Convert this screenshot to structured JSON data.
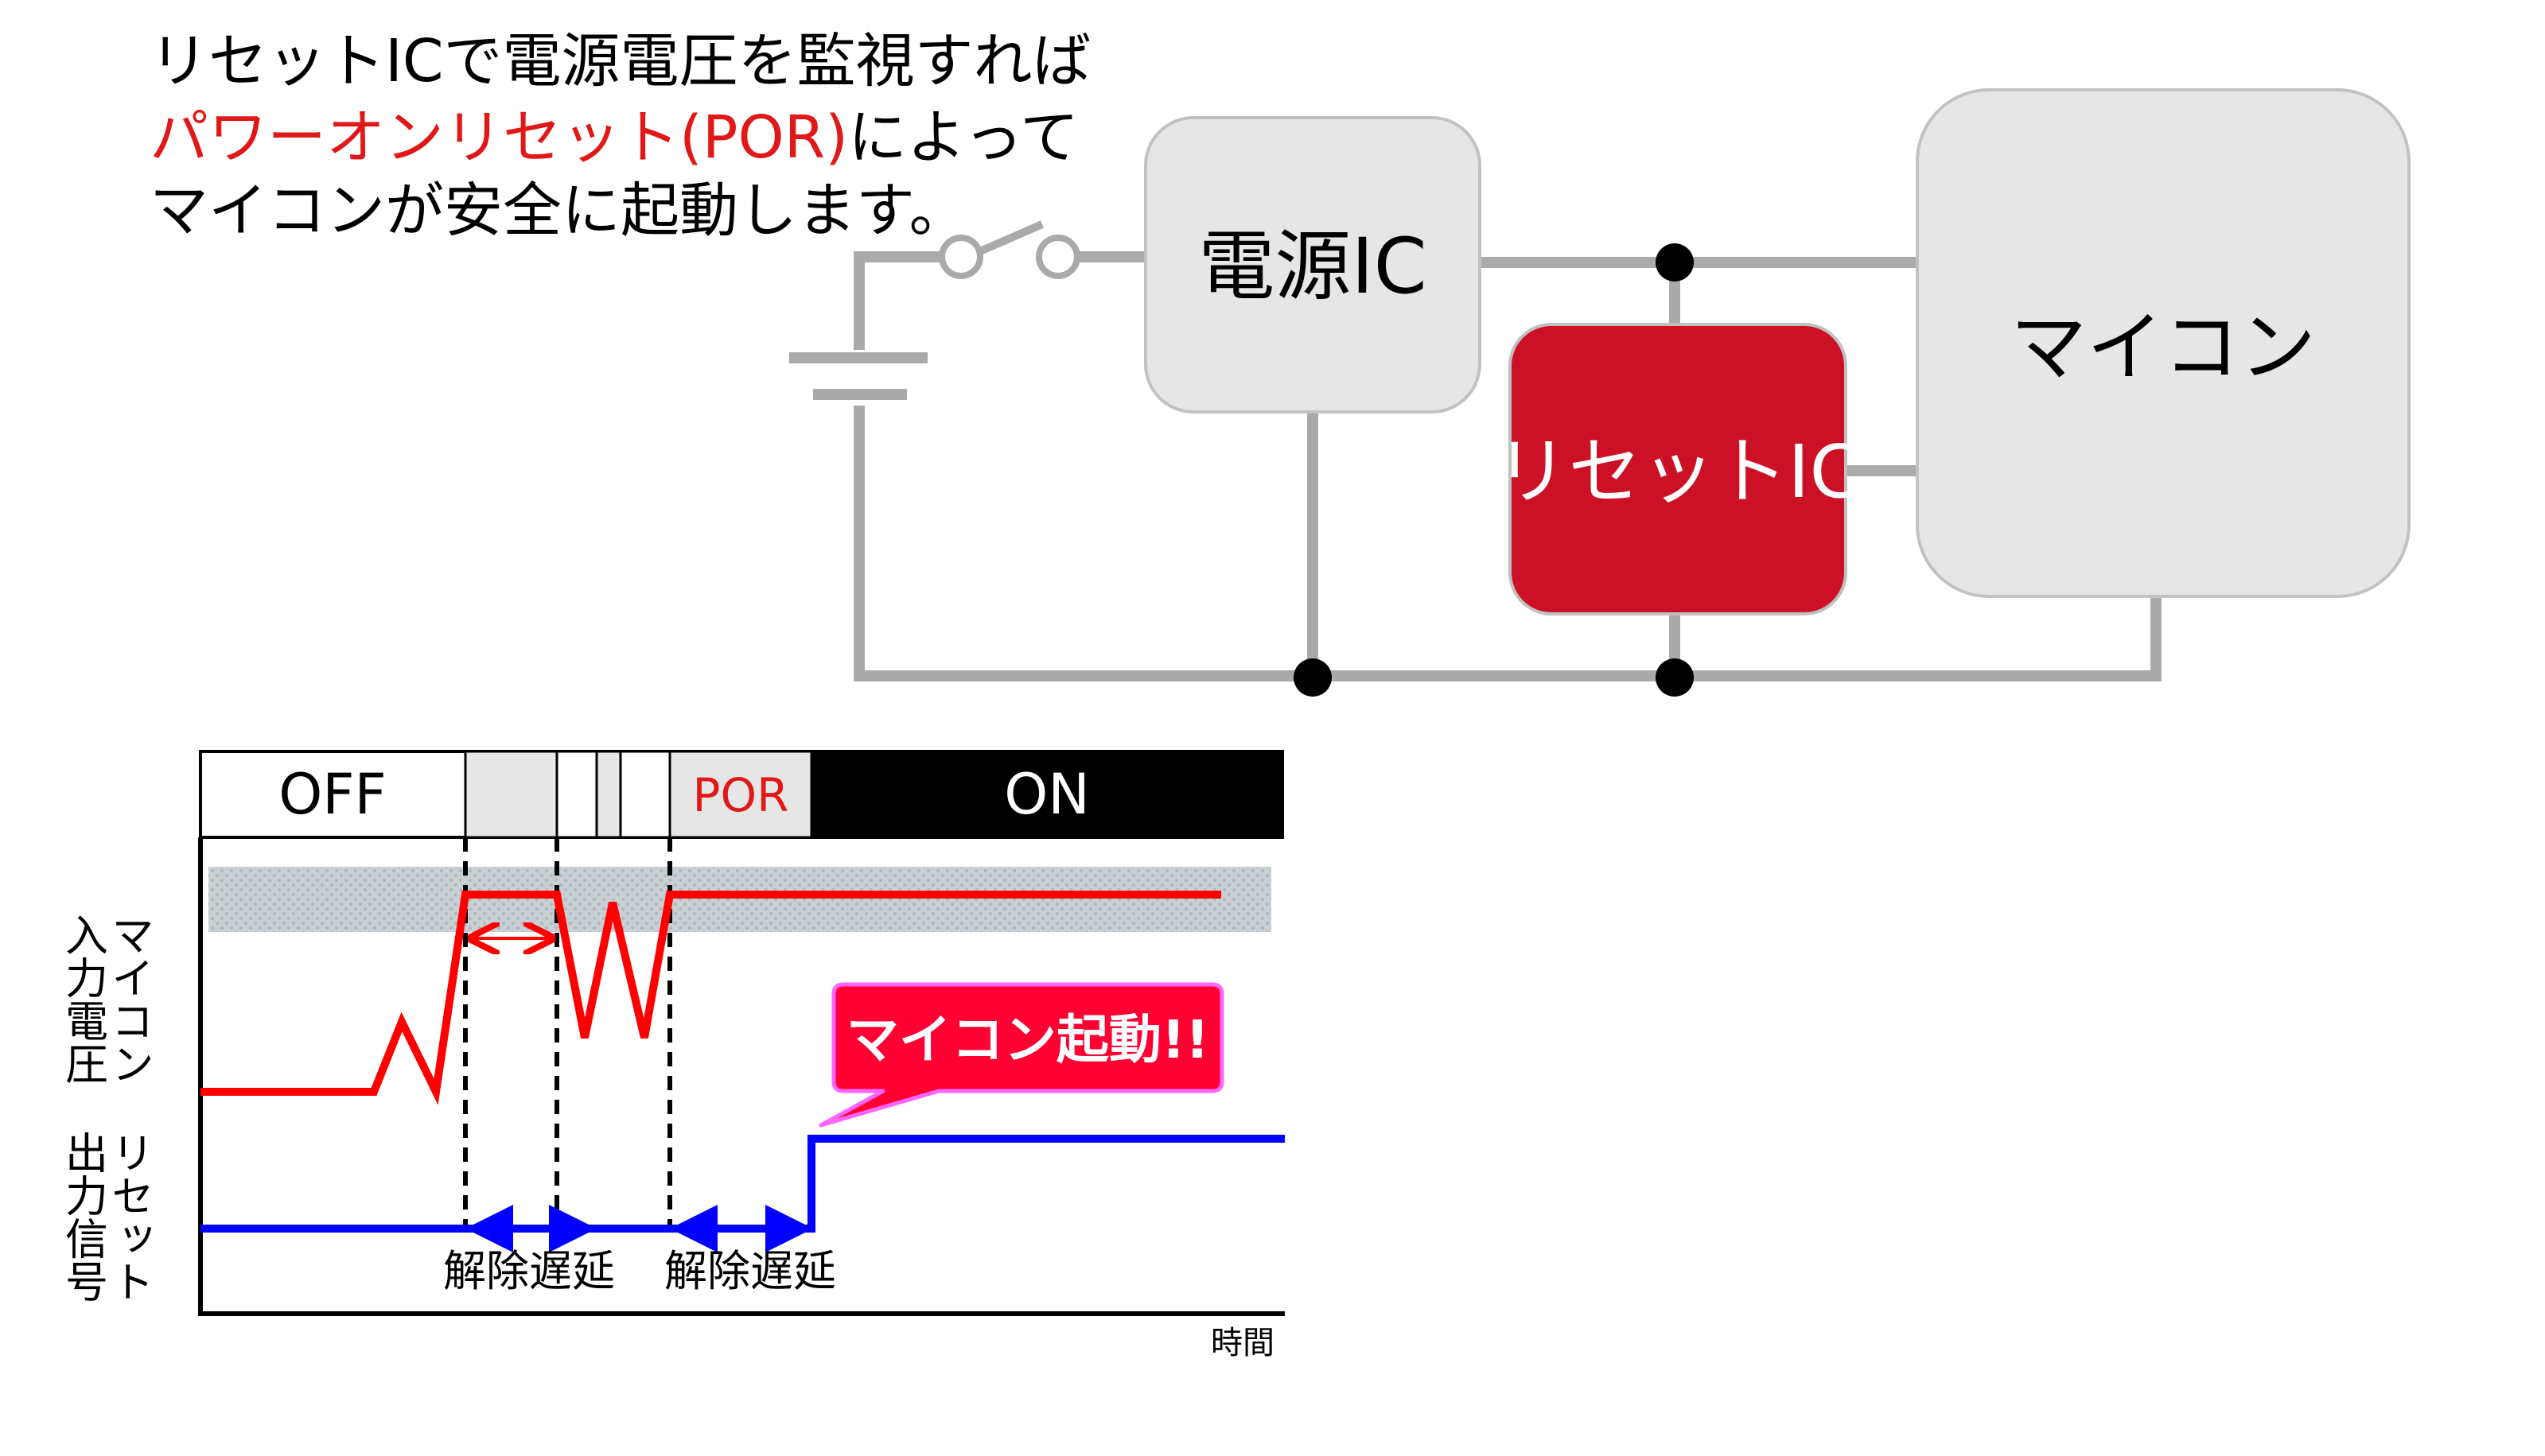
{
  "heading": {
    "line1": "リセットICで電源電圧を監視すれば",
    "line2_red": "パワーオンリセット(POR)",
    "line2_rest": "によって",
    "line3": "マイコンが安全に起動します。"
  },
  "circuit": {
    "power_ic_label": "電源IC",
    "reset_ic_label": "リセットIC",
    "mcu_label": "マイコン"
  },
  "timing": {
    "states": [
      "OFF",
      "POR",
      "ON"
    ],
    "mcu_voltage_label": [
      "マイコン",
      "入力電圧"
    ],
    "reset_output_label": [
      "リセット",
      "出力信号"
    ],
    "delay_labels": [
      "解除遅延",
      "解除遅延"
    ],
    "time_axis_label": "時間",
    "callout": "マイコン起動!!"
  },
  "colors": {
    "wire": "#aaaaaa",
    "box_fill": "#e6e6e6",
    "reset_ic_fill": "#cc1126",
    "voltage_trace": "#ff0000",
    "reset_trace": "#0000ff",
    "callout_fill": "#ff0033",
    "on_fill": "#000000"
  }
}
